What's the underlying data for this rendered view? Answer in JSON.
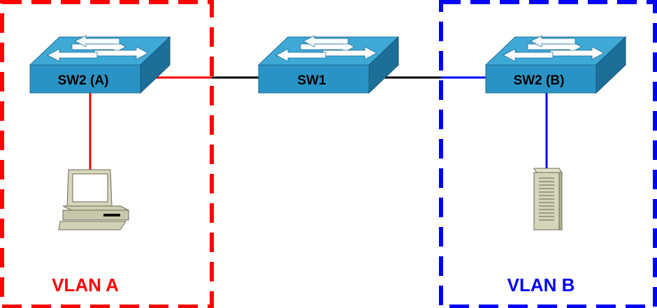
{
  "colors": {
    "vlan_a": "#ff0000",
    "vlan_b": "#0000ff",
    "trunk": "#000000",
    "switch_top": "#3fa9d6",
    "switch_front": "#2a93c6",
    "switch_side": "#1d6f99"
  },
  "switches": {
    "sw2a": {
      "label": "SW2 (A)",
      "icon": "switch-icon"
    },
    "sw1": {
      "label": "SW1",
      "icon": "switch-icon"
    },
    "sw2b": {
      "label": "SW2 (B)",
      "icon": "switch-icon"
    }
  },
  "devices": {
    "pc": {
      "icon": "desktop-computer-icon"
    },
    "server": {
      "icon": "server-tower-icon"
    }
  },
  "vlans": {
    "a": {
      "label": "VLAN A"
    },
    "b": {
      "label": "VLAN B"
    }
  }
}
